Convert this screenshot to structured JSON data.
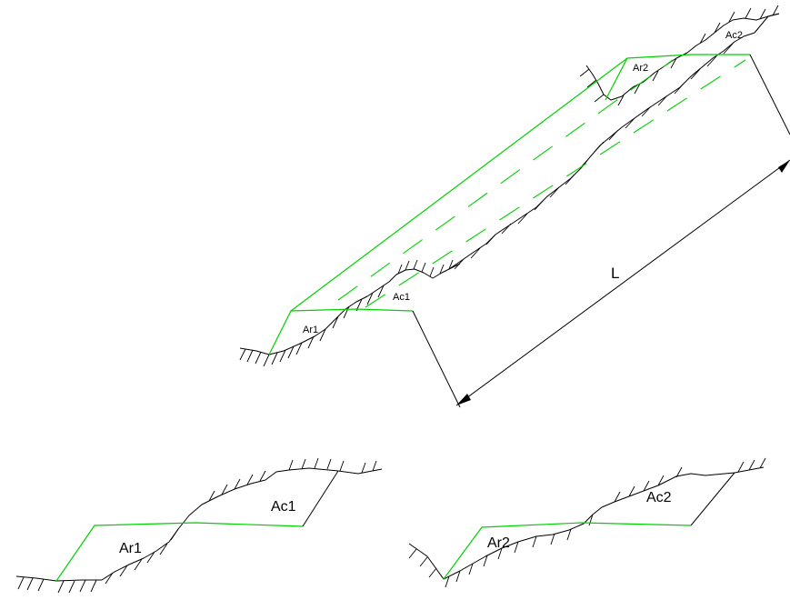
{
  "colors": {
    "profile_line": "#00d000",
    "terrain": "#000000",
    "background": "#ffffff"
  },
  "labels": {
    "ar1_small": "Ar1",
    "ac1_small": "Ac1",
    "ar2_small": "Ar2",
    "ac2_small": "Ac2",
    "length": "L",
    "ar1_large": "Ar1",
    "ac1_large": "Ac1",
    "ar2_large": "Ar2",
    "ac2_large": "Ac2"
  }
}
